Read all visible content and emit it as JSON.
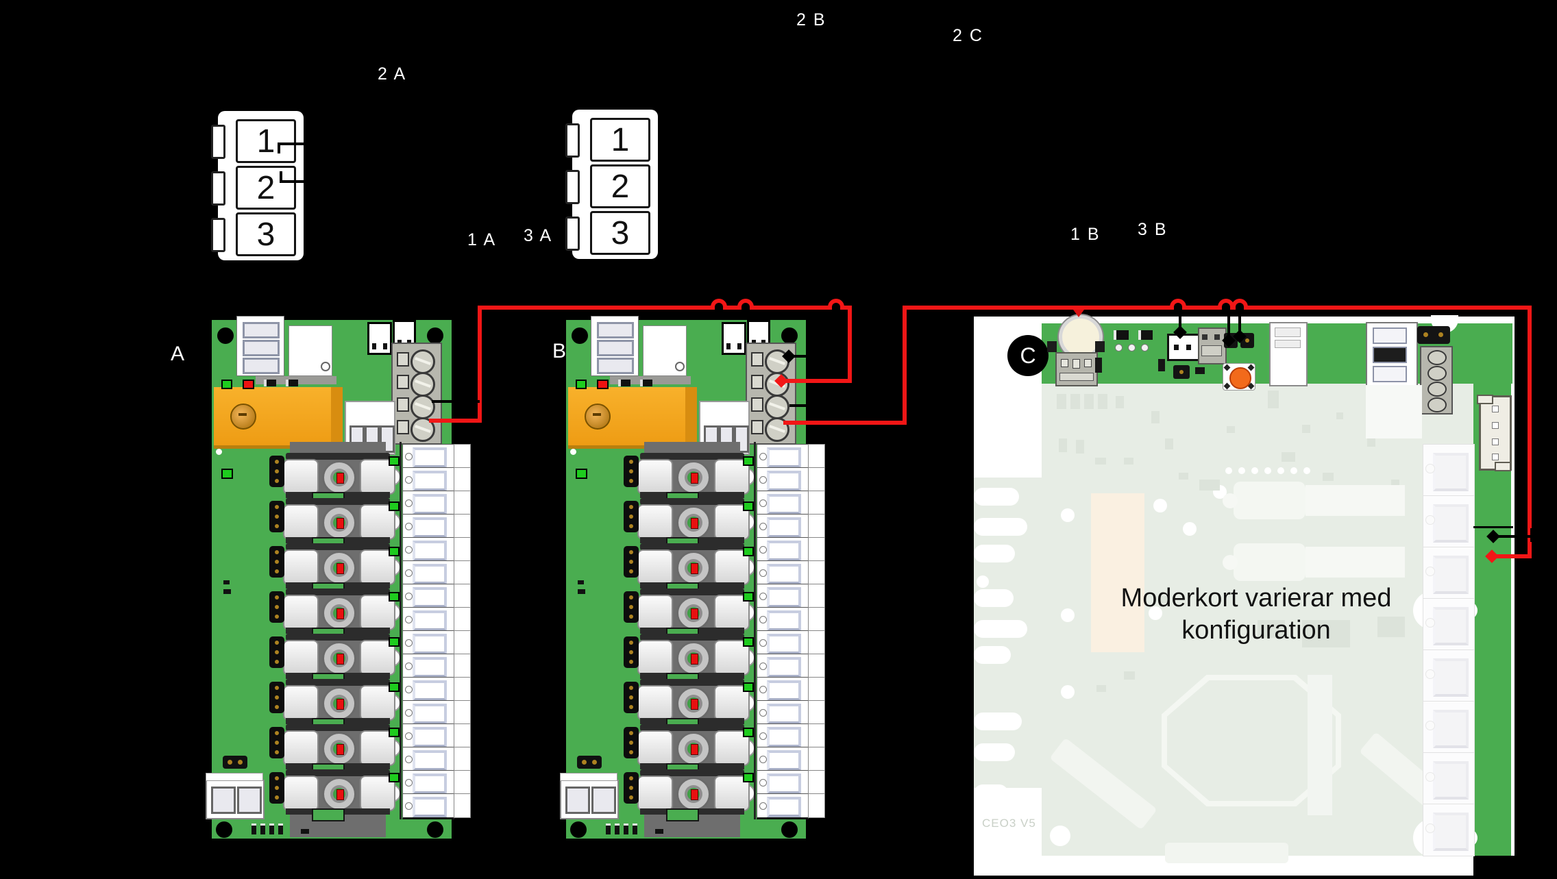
{
  "wire_labels": {
    "l2a": "2 A",
    "l2b": "2 B",
    "l2c": "2 C",
    "l1a": "1 A",
    "l3a": "3 A",
    "l1b": "1 B",
    "l3b": "3 B"
  },
  "board_labels": {
    "a": "A",
    "b": "B",
    "c": "C"
  },
  "connector_pins": [
    "1",
    "2",
    "3"
  ],
  "board_c_note": {
    "line1": "Moderkort varierar med",
    "line2": "konfiguration"
  },
  "board_c_marking": "CEO3 V5",
  "colors": {
    "wire_red": "#f21616",
    "pcb_green": "#4aad50",
    "relay_orange": "#f4a41d",
    "faded_board_bg": "#e7ede5",
    "background": "#000000"
  },
  "boards_config": {
    "fuse_rows": 8,
    "terminal_slots": 16,
    "header_pins": 3,
    "screw_terminals": 4
  }
}
